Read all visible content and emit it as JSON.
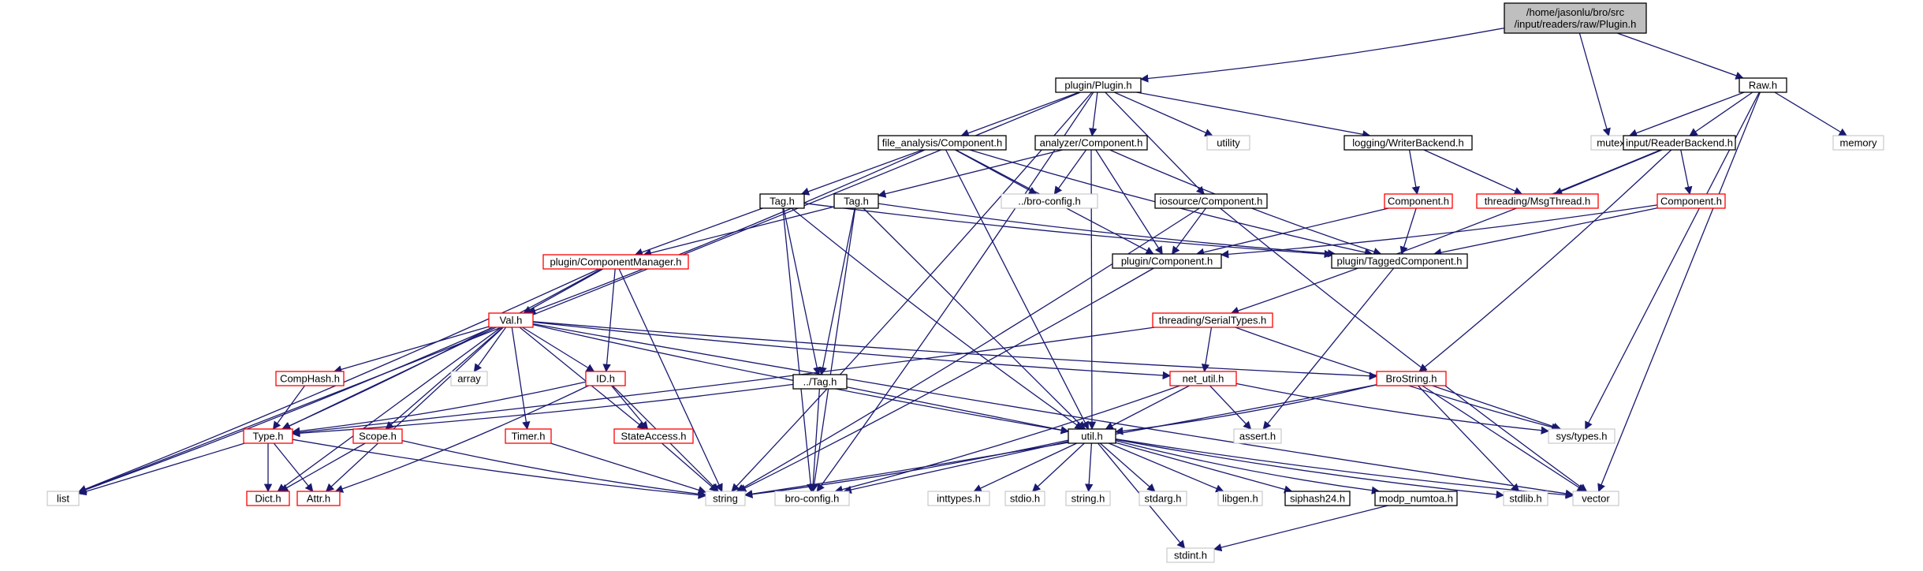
{
  "graph": {
    "title": "Include dependency graph for Plugin.h",
    "colors": {
      "edge": "#191970",
      "normal_border": "#000000",
      "truncated_border": "#ff0000",
      "external_border": "#bfbfbf",
      "root_fill": "#bfbfbf",
      "node_fill": "#ffffff",
      "text": "#000000",
      "external_text": "#000000"
    },
    "nodes": [
      {
        "id": "root",
        "label": "/home/jasonlu/bro/src\n/input/readers/raw/Plugin.h",
        "kind": "root"
      },
      {
        "id": "plugin_h",
        "label": "plugin/Plugin.h",
        "kind": "normal"
      },
      {
        "id": "mutex",
        "label": "mutex",
        "kind": "external"
      },
      {
        "id": "raw_h",
        "label": "Raw.h",
        "kind": "normal"
      },
      {
        "id": "fa_comp",
        "label": "file_analysis/Component.h",
        "kind": "normal"
      },
      {
        "id": "an_comp",
        "label": "analyzer/Component.h",
        "kind": "normal"
      },
      {
        "id": "utility",
        "label": "utility",
        "kind": "external"
      },
      {
        "id": "log_wb",
        "label": "logging/WriterBackend.h",
        "kind": "normal"
      },
      {
        "id": "in_rb",
        "label": "input/ReaderBackend.h",
        "kind": "normal"
      },
      {
        "id": "memory",
        "label": "memory",
        "kind": "external"
      },
      {
        "id": "tag1",
        "label": "Tag.h",
        "kind": "normal"
      },
      {
        "id": "tag2",
        "label": "Tag.h",
        "kind": "normal"
      },
      {
        "id": "broconfig_rel",
        "label": "../bro-config.h",
        "kind": "external"
      },
      {
        "id": "ios_comp",
        "label": "iosource/Component.h",
        "kind": "normal"
      },
      {
        "id": "comp_red1",
        "label": "Component.h",
        "kind": "truncated"
      },
      {
        "id": "msgthread",
        "label": "threading/MsgThread.h",
        "kind": "truncated"
      },
      {
        "id": "comp_red2",
        "label": "Component.h",
        "kind": "truncated"
      },
      {
        "id": "pcm",
        "label": "plugin/ComponentManager.h",
        "kind": "truncated"
      },
      {
        "id": "pcomp",
        "label": "plugin/Component.h",
        "kind": "normal"
      },
      {
        "id": "ptagged",
        "label": "plugin/TaggedComponent.h",
        "kind": "normal"
      },
      {
        "id": "val_h",
        "label": "Val.h",
        "kind": "truncated"
      },
      {
        "id": "serial",
        "label": "threading/SerialTypes.h",
        "kind": "truncated"
      },
      {
        "id": "comphash",
        "label": "CompHash.h",
        "kind": "truncated"
      },
      {
        "id": "array",
        "label": "array",
        "kind": "external"
      },
      {
        "id": "id_h",
        "label": "ID.h",
        "kind": "truncated"
      },
      {
        "id": "reltag",
        "label": "../Tag.h",
        "kind": "normal"
      },
      {
        "id": "netutil",
        "label": "net_util.h",
        "kind": "truncated"
      },
      {
        "id": "brostring",
        "label": "BroString.h",
        "kind": "truncated"
      },
      {
        "id": "type_h",
        "label": "Type.h",
        "kind": "truncated"
      },
      {
        "id": "scope",
        "label": "Scope.h",
        "kind": "truncated"
      },
      {
        "id": "timer",
        "label": "Timer.h",
        "kind": "truncated"
      },
      {
        "id": "stateaccess",
        "label": "StateAccess.h",
        "kind": "truncated"
      },
      {
        "id": "util_h",
        "label": "util.h",
        "kind": "normal"
      },
      {
        "id": "assert",
        "label": "assert.h",
        "kind": "external"
      },
      {
        "id": "systypes",
        "label": "sys/types.h",
        "kind": "external"
      },
      {
        "id": "list",
        "label": "list",
        "kind": "external"
      },
      {
        "id": "dict",
        "label": "Dict.h",
        "kind": "truncated"
      },
      {
        "id": "attr",
        "label": "Attr.h",
        "kind": "truncated"
      },
      {
        "id": "string",
        "label": "string",
        "kind": "external"
      },
      {
        "id": "broconfig",
        "label": "bro-config.h",
        "kind": "external"
      },
      {
        "id": "inttypes",
        "label": "inttypes.h",
        "kind": "external"
      },
      {
        "id": "stdio",
        "label": "stdio.h",
        "kind": "external"
      },
      {
        "id": "string_h",
        "label": "string.h",
        "kind": "external"
      },
      {
        "id": "stdarg",
        "label": "stdarg.h",
        "kind": "external"
      },
      {
        "id": "libgen",
        "label": "libgen.h",
        "kind": "external"
      },
      {
        "id": "siphash",
        "label": "siphash24.h",
        "kind": "normal"
      },
      {
        "id": "modp",
        "label": "modp_numtoa.h",
        "kind": "normal"
      },
      {
        "id": "stdlib",
        "label": "stdlib.h",
        "kind": "external"
      },
      {
        "id": "vector",
        "label": "vector",
        "kind": "external"
      },
      {
        "id": "stdint",
        "label": "stdint.h",
        "kind": "external"
      }
    ],
    "edges": [
      [
        "root",
        "plugin_h"
      ],
      [
        "root",
        "mutex"
      ],
      [
        "root",
        "raw_h"
      ],
      [
        "plugin_h",
        "fa_comp"
      ],
      [
        "plugin_h",
        "an_comp"
      ],
      [
        "plugin_h",
        "utility"
      ],
      [
        "plugin_h",
        "log_wb"
      ],
      [
        "plugin_h",
        "ios_comp"
      ],
      [
        "plugin_h",
        "list"
      ],
      [
        "plugin_h",
        "string"
      ],
      [
        "plugin_h",
        "broconfig"
      ],
      [
        "raw_h",
        "mutex"
      ],
      [
        "raw_h",
        "in_rb"
      ],
      [
        "raw_h",
        "memory"
      ],
      [
        "raw_h",
        "systypes"
      ],
      [
        "raw_h",
        "vector"
      ],
      [
        "fa_comp",
        "tag1"
      ],
      [
        "fa_comp",
        "broconfig_rel"
      ],
      [
        "fa_comp",
        "pcomp"
      ],
      [
        "fa_comp",
        "ptagged"
      ],
      [
        "fa_comp",
        "val_h"
      ],
      [
        "fa_comp",
        "util_h"
      ],
      [
        "an_comp",
        "tag2"
      ],
      [
        "an_comp",
        "broconfig_rel"
      ],
      [
        "an_comp",
        "pcomp"
      ],
      [
        "an_comp",
        "ptagged"
      ],
      [
        "an_comp",
        "util_h"
      ],
      [
        "log_wb",
        "comp_red1"
      ],
      [
        "log_wb",
        "msgthread"
      ],
      [
        "in_rb",
        "msgthread"
      ],
      [
        "in_rb",
        "comp_red2"
      ],
      [
        "in_rb",
        "serial"
      ],
      [
        "in_rb",
        "brostring"
      ],
      [
        "ios_comp",
        "pcomp"
      ],
      [
        "ios_comp",
        "string"
      ],
      [
        "ios_comp",
        "vector"
      ],
      [
        "comp_red1",
        "pcomp"
      ],
      [
        "comp_red1",
        "ptagged"
      ],
      [
        "comp_red2",
        "pcomp"
      ],
      [
        "comp_red2",
        "ptagged"
      ],
      [
        "tag1",
        "pcm"
      ],
      [
        "tag1",
        "reltag"
      ],
      [
        "tag1",
        "util_h"
      ],
      [
        "tag1",
        "broconfig"
      ],
      [
        "tag1",
        "ptagged"
      ],
      [
        "tag2",
        "pcm"
      ],
      [
        "tag2",
        "reltag"
      ],
      [
        "tag2",
        "util_h"
      ],
      [
        "tag2",
        "broconfig"
      ],
      [
        "tag2",
        "ptagged"
      ],
      [
        "pcm",
        "val_h"
      ],
      [
        "pcm",
        "id_h"
      ],
      [
        "pcm",
        "type_h"
      ],
      [
        "pcm",
        "list"
      ],
      [
        "pcm",
        "string"
      ],
      [
        "pcomp",
        "string"
      ],
      [
        "ptagged",
        "assert"
      ],
      [
        "val_h",
        "comphash"
      ],
      [
        "val_h",
        "array"
      ],
      [
        "val_h",
        "id_h"
      ],
      [
        "val_h",
        "netutil"
      ],
      [
        "val_h",
        "brostring"
      ],
      [
        "val_h",
        "type_h"
      ],
      [
        "val_h",
        "scope"
      ],
      [
        "val_h",
        "timer"
      ],
      [
        "val_h",
        "stateaccess"
      ],
      [
        "val_h",
        "util_h"
      ],
      [
        "val_h",
        "list"
      ],
      [
        "val_h",
        "dict"
      ],
      [
        "val_h",
        "attr"
      ],
      [
        "val_h",
        "vector"
      ],
      [
        "serial",
        "netutil"
      ],
      [
        "serial",
        "type_h"
      ],
      [
        "serial",
        "systypes"
      ],
      [
        "comphash",
        "type_h"
      ],
      [
        "id_h",
        "type_h"
      ],
      [
        "id_h",
        "stateaccess"
      ],
      [
        "id_h",
        "attr"
      ],
      [
        "id_h",
        "string"
      ],
      [
        "reltag",
        "type_h"
      ],
      [
        "reltag",
        "util_h"
      ],
      [
        "reltag",
        "broconfig"
      ],
      [
        "netutil",
        "util_h"
      ],
      [
        "netutil",
        "assert"
      ],
      [
        "netutil",
        "systypes"
      ],
      [
        "netutil",
        "broconfig"
      ],
      [
        "brostring",
        "util_h"
      ],
      [
        "brostring",
        "systypes"
      ],
      [
        "brostring",
        "stdlib"
      ],
      [
        "brostring",
        "vector"
      ],
      [
        "brostring",
        "string"
      ],
      [
        "type_h",
        "list"
      ],
      [
        "type_h",
        "dict"
      ],
      [
        "type_h",
        "attr"
      ],
      [
        "type_h",
        "string"
      ],
      [
        "scope",
        "dict"
      ],
      [
        "scope",
        "string"
      ],
      [
        "timer",
        "string"
      ],
      [
        "stateaccess",
        "string"
      ],
      [
        "util_h",
        "string"
      ],
      [
        "util_h",
        "broconfig"
      ],
      [
        "util_h",
        "inttypes"
      ],
      [
        "util_h",
        "stdio"
      ],
      [
        "util_h",
        "string_h"
      ],
      [
        "util_h",
        "stdarg"
      ],
      [
        "util_h",
        "libgen"
      ],
      [
        "util_h",
        "siphash"
      ],
      [
        "util_h",
        "modp"
      ],
      [
        "util_h",
        "stdlib"
      ],
      [
        "util_h",
        "vector"
      ],
      [
        "util_h",
        "stdint"
      ],
      [
        "modp",
        "stdint"
      ]
    ]
  }
}
